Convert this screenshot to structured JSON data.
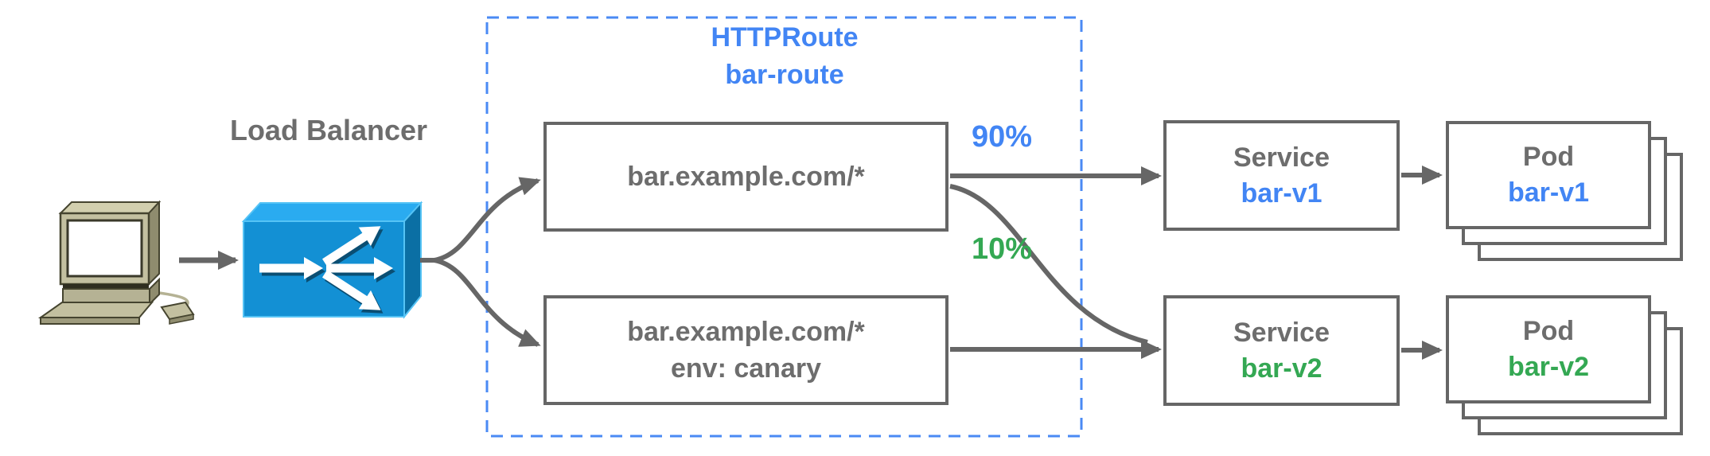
{
  "labels": {
    "load_balancer": "Load Balancer",
    "httproute_kind": "HTTPRoute",
    "httproute_name": "bar-route",
    "weight_v1": "90%",
    "weight_v2": "10%"
  },
  "routes": {
    "rule1": {
      "match": "bar.example.com/*"
    },
    "rule2": {
      "match": "bar.example.com/*",
      "header": "env: canary"
    }
  },
  "services": {
    "v1": {
      "kind": "Service",
      "name": "bar-v1"
    },
    "v2": {
      "kind": "Service",
      "name": "bar-v2"
    }
  },
  "pods": {
    "v1": {
      "kind": "Pod",
      "name": "bar-v1"
    },
    "v2": {
      "kind": "Pod",
      "name": "bar-v2"
    }
  },
  "icons": {
    "client": "computer-icon",
    "load_balancer": "load-balancer-icon"
  },
  "colors": {
    "blue": "#4285f4",
    "green": "#34a853",
    "gray_text": "#6d6d6d",
    "border_gray": "#666666",
    "dashed_blue": "#4a8af4",
    "lb_top": "#2aabf0",
    "lb_front": "#1390d4",
    "lb_side": "#0b6fa4"
  }
}
